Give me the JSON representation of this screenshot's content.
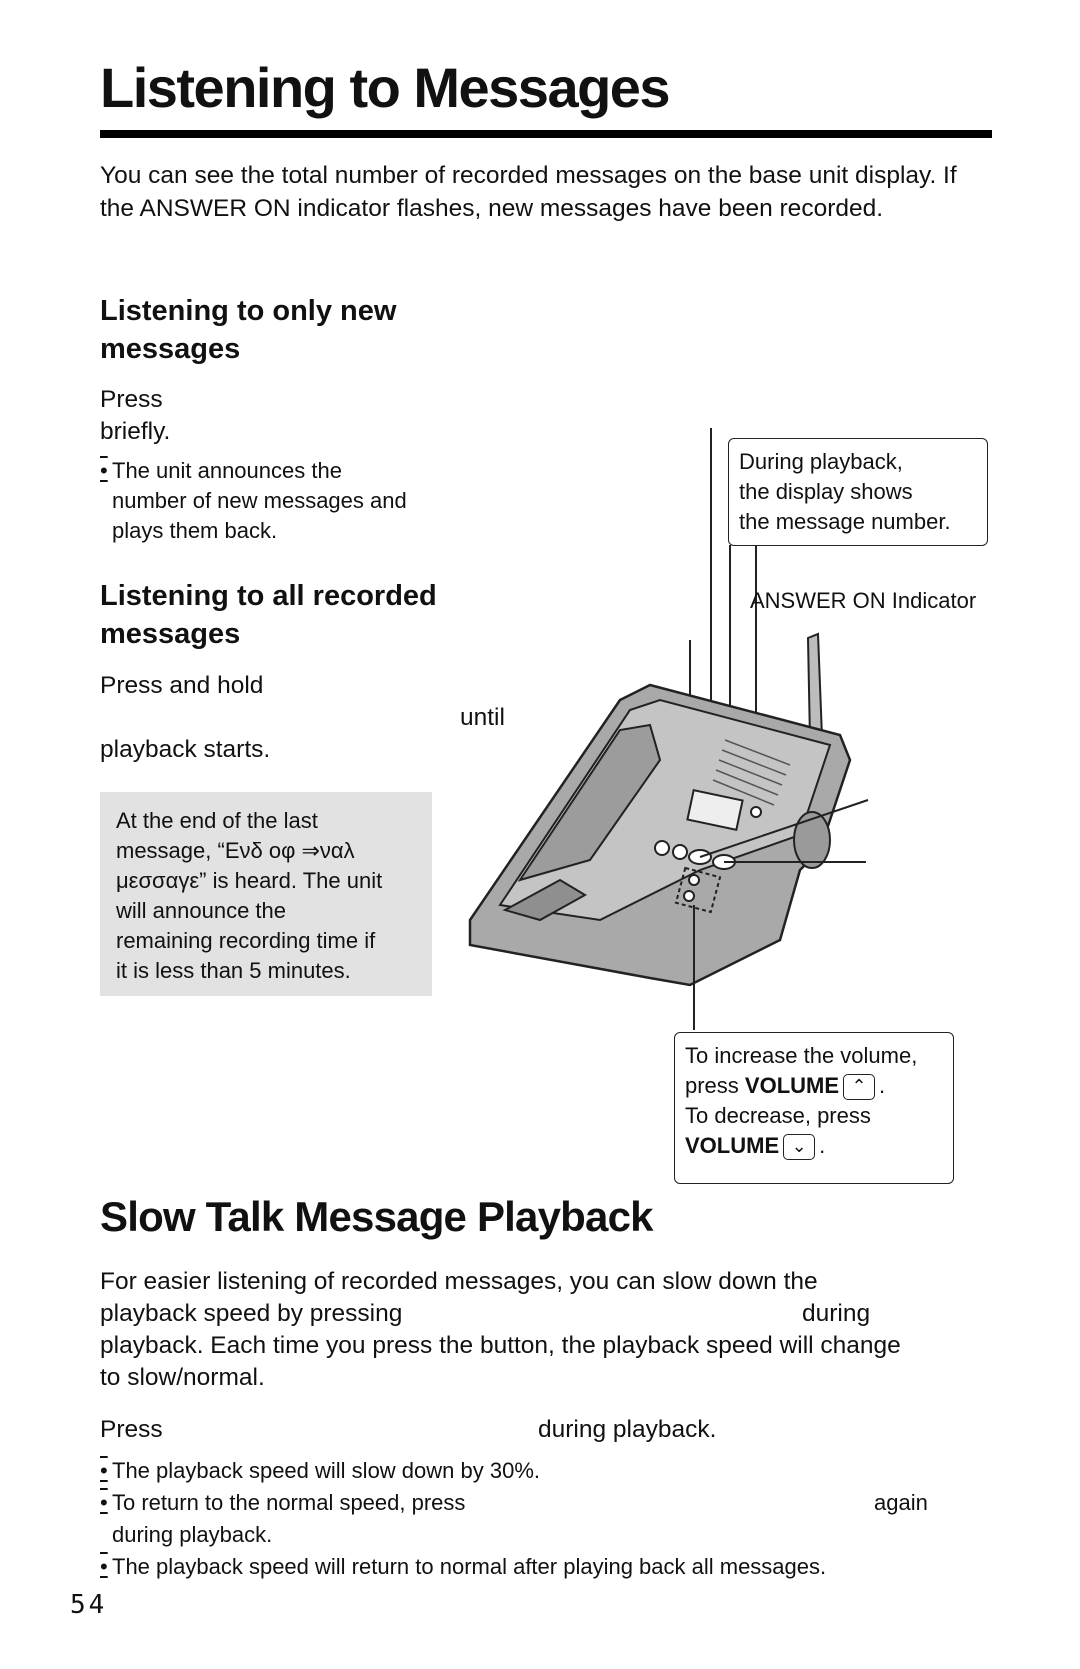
{
  "title": "Listening to Messages",
  "intro": "You can see the total number of recorded messages on the base unit display. If the ANSWER ON indicator flashes, new messages have been recorded.",
  "section_new": {
    "heading_line1": "Listening to only new",
    "heading_line2": "messages",
    "step_line1": "Press",
    "step_line2": "briefly.",
    "bullet_lines": [
      "The unit announces the",
      "number of new messages and",
      "plays them back."
    ]
  },
  "section_all": {
    "heading_line1": "Listening to all recorded",
    "heading_line2": "messages",
    "step_line1": "Press and hold",
    "step_until": "until",
    "step_line3": "playback starts.",
    "note_lines": [
      "At the end of the last",
      "message, “Ενδ οφ ⇒ναλ",
      "μεσσαγε” is heard. The unit",
      "will announce the",
      "remaining recording time if",
      "it is less than 5 minutes."
    ]
  },
  "callouts": {
    "display_lines": [
      "During playback,",
      "the display shows",
      "the message number."
    ],
    "answer_on": "ANSWER ON Indicator",
    "volume_line1": "To increase the volume,",
    "volume_press": "press",
    "volume_label": "VOLUME",
    "volume_period": ".",
    "volume_line3": "To decrease, press",
    "volume_up_icon": "chevron-up",
    "volume_down_icon": "chevron-down"
  },
  "slow_talk": {
    "heading": "Slow Talk Message Playback",
    "para_line1": "For easier listening of recorded messages, you can slow down the",
    "para_line2a": "playback speed by pressing",
    "para_line2b": "during",
    "para_line3": "playback. Each time you press the button, the playback speed will change",
    "para_line4": "to slow/normal.",
    "step_press": "Press",
    "step_during": "during playback.",
    "bullet1": "The playback speed will slow down by 30%.",
    "bullet2a": "To return to the normal speed, press",
    "bullet2b": "again",
    "bullet2c": "during playback.",
    "bullet3": "The playback speed will return to normal after playing back all messages."
  },
  "page_number": "54"
}
